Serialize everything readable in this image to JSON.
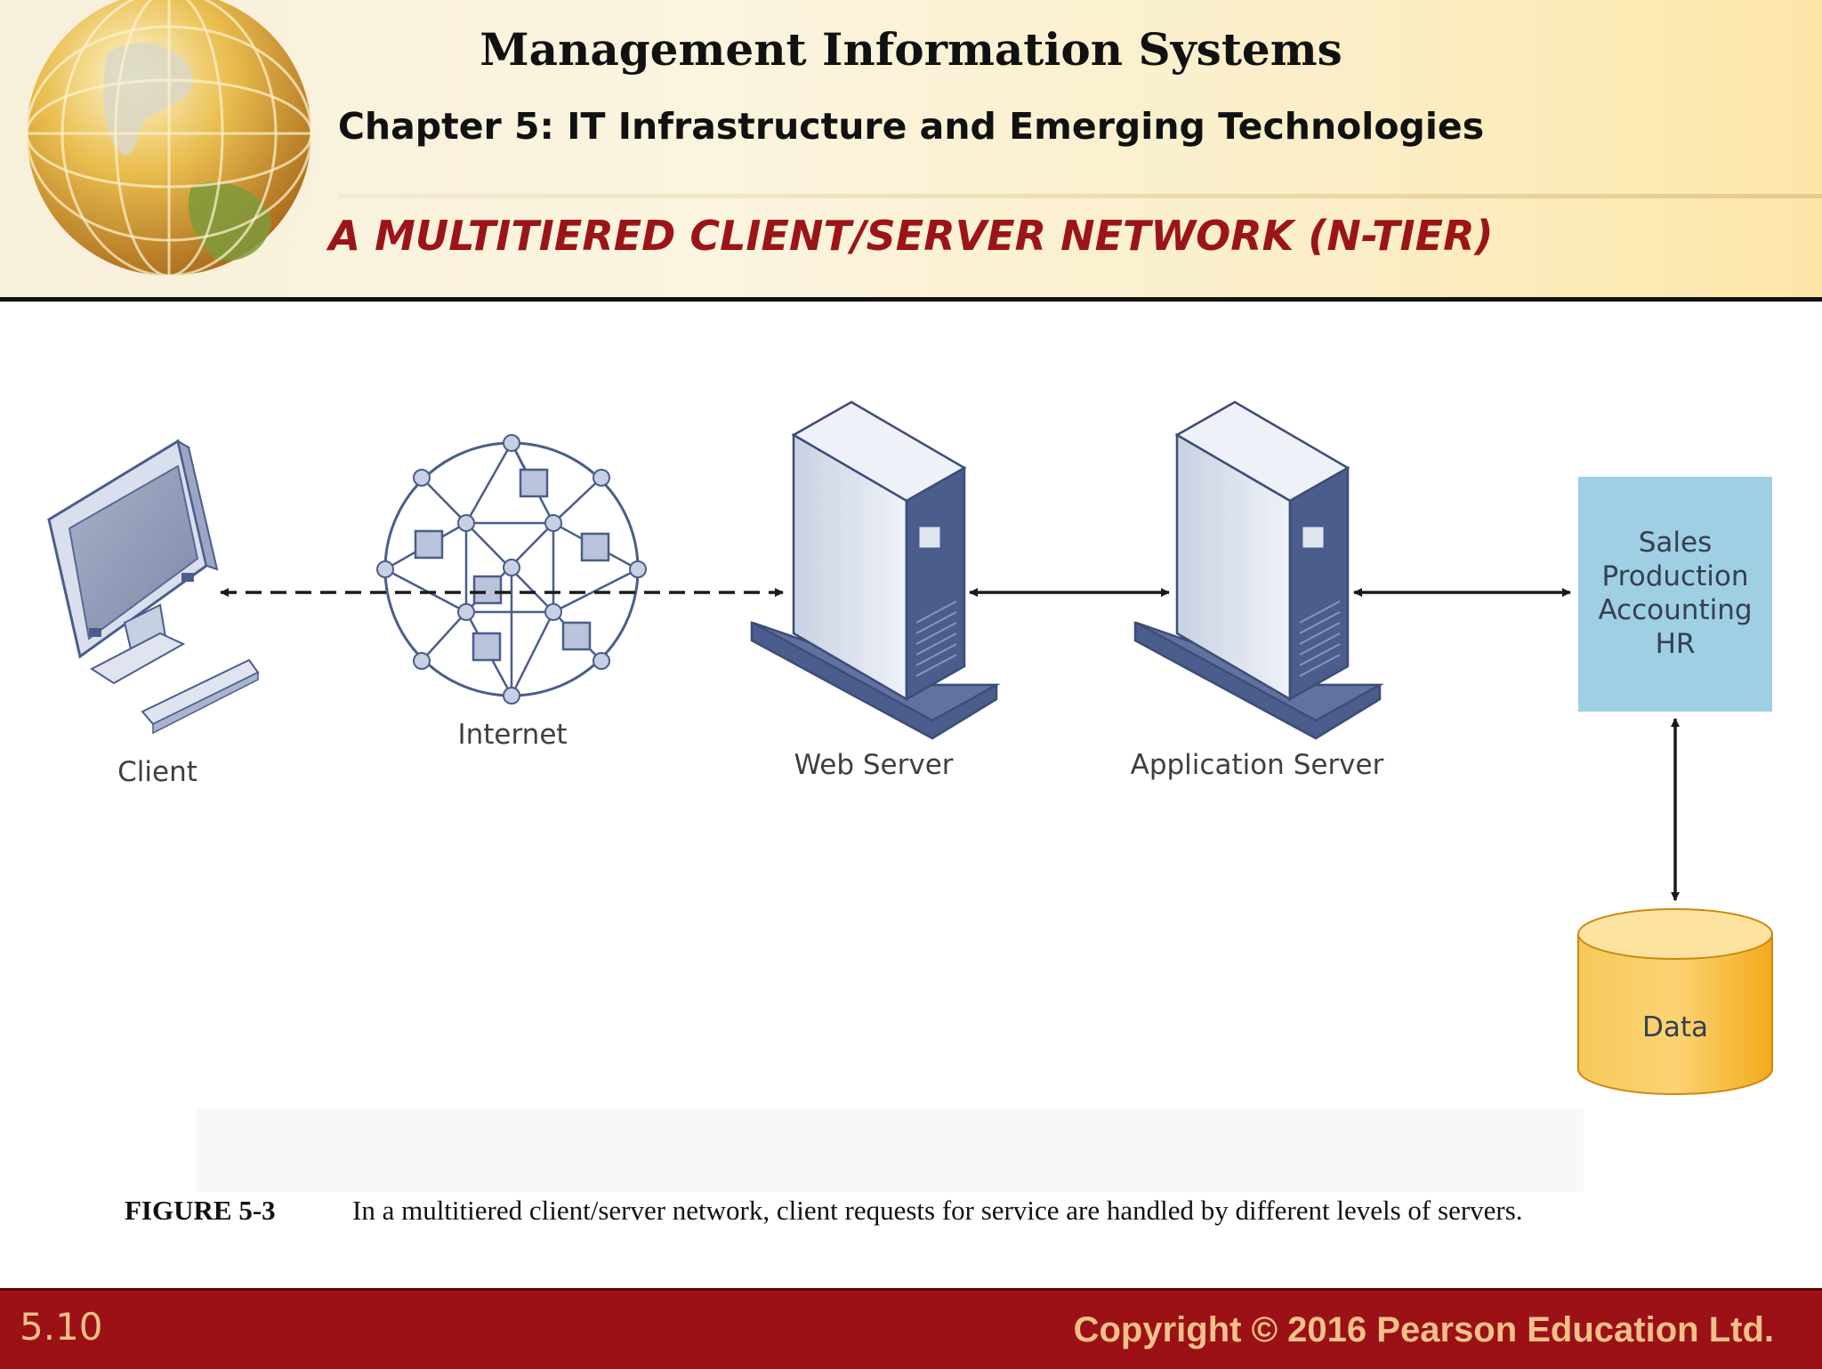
{
  "header": {
    "book_title": "Management Information Systems",
    "chapter_title": "Chapter 5: IT Infrastructure and Emerging Technologies",
    "slide_title": "A MULTITIERED CLIENT/SERVER NETWORK (N-TIER)",
    "logo_icon": "globe-icon"
  },
  "diagram": {
    "nodes": {
      "client": "Client",
      "internet": "Internet",
      "web_server": "Web Server",
      "application_server": "Application Server",
      "data": "Data"
    },
    "functions_box": [
      "Sales",
      "Production",
      "Accounting",
      "HR"
    ],
    "connections": [
      {
        "from": "client",
        "to": "web_server",
        "via": "internet",
        "style": "dashed",
        "direction": "both"
      },
      {
        "from": "web_server",
        "to": "application_server",
        "style": "solid",
        "direction": "both"
      },
      {
        "from": "application_server",
        "to": "functions_box",
        "style": "solid",
        "direction": "both"
      },
      {
        "from": "functions_box",
        "to": "data",
        "style": "solid",
        "direction": "both"
      }
    ],
    "colors": {
      "functions_box": "#9fcfe3",
      "data_cylinder": "#f6c047",
      "server_dark": "#4a5d8c",
      "server_light": "#dfe5ef"
    }
  },
  "caption": {
    "figure_number": "FIGURE 5-3",
    "text": "In a multitiered client/server network, client requests for service are handled by different levels of servers."
  },
  "footer": {
    "slide_number": "5.10",
    "copyright": "Copyright © 2016 Pearson Education Ltd."
  }
}
